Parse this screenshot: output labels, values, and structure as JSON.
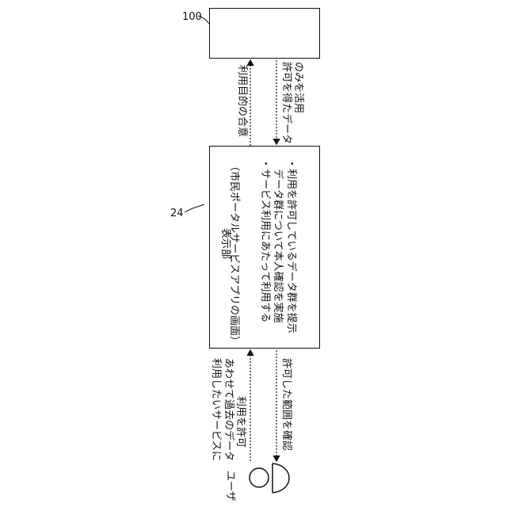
{
  "refs": {
    "server": "100",
    "display": "24"
  },
  "user": {
    "label": "ユーザ"
  },
  "display_box": {
    "title": "表示部",
    "subtitle": "（市民ポータルサービスアプリの画面）",
    "bullet1_line1": "・サービス利用にあたって利用する",
    "bullet1_line2": "　データ群について本人確認を実施",
    "bullet2": "・利用を許可しているデータ群を提示"
  },
  "arrows": {
    "user_to_display_line1": "利用したいサービスに",
    "user_to_display_line2": "あわせて過去のデータ",
    "user_to_display_line3": "利用を許可",
    "display_to_user": "許可した範囲を確認",
    "display_to_server": "利用目的の合意",
    "server_to_display_line1": "許可を得たデータ",
    "server_to_display_line2": "のみを活用"
  }
}
